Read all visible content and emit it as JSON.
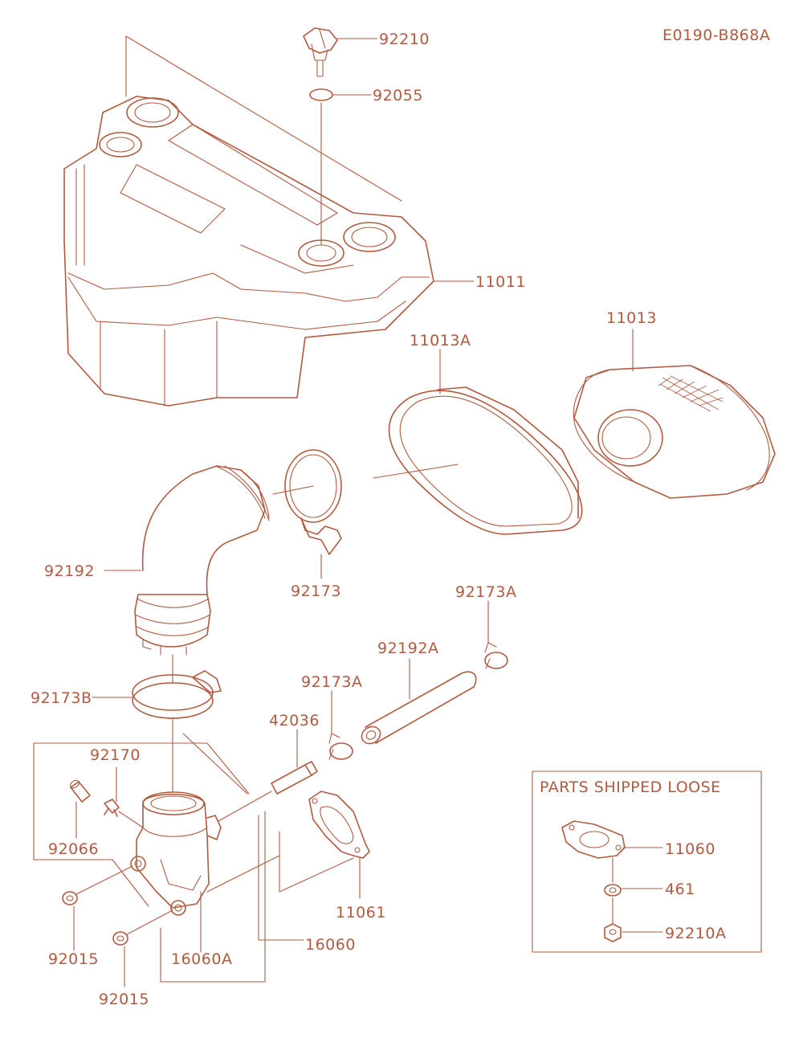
{
  "diagram_code": "E0190-B868A",
  "loose_box_title": "PARTS SHIPPED LOOSE",
  "colors": {
    "line": "#b25a3f",
    "background": "#ffffff"
  },
  "parts": {
    "p92210": "92210",
    "p92055": "92055",
    "p11011": "11011",
    "p11013": "11013",
    "p11013A": "11013A",
    "p92192": "92192",
    "p92173": "92173",
    "p92173A_top": "92173A",
    "p92192A": "92192A",
    "p92173A_mid": "92173A",
    "p42036": "42036",
    "p92173B": "92173B",
    "p92170": "92170",
    "p92066": "92066",
    "p92015_a": "92015",
    "p92015_b": "92015",
    "p16060A": "16060A",
    "p16060": "16060",
    "p11061": "11061",
    "p11060": "11060",
    "p461": "461",
    "p92210A": "92210A"
  }
}
